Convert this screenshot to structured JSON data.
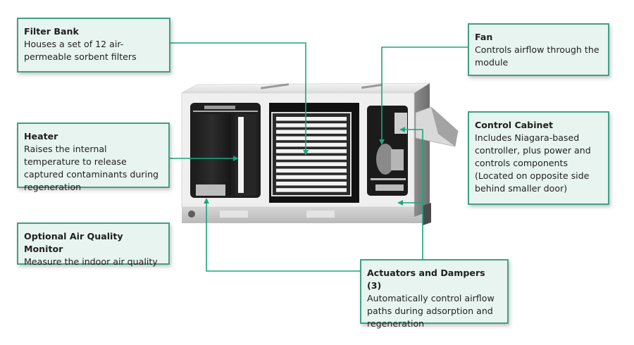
{
  "diagram": {
    "subject": "Air-cleaning module cutaway with labeled components",
    "accent_color": "#1aa67d",
    "callout_fill": "#e8f4ef",
    "callout_border": "#3fa187",
    "callouts": {
      "filter_bank": {
        "title": "Filter Bank",
        "description": "Houses a set of 12 air-permeable sorbent filters"
      },
      "heater": {
        "title": "Heater",
        "description": "Raises the internal temperature to release captured contaminants during regeneration"
      },
      "air_quality_monitor": {
        "title": "Optional Air Quality Monitor",
        "description": "Measure the indoor air quality"
      },
      "fan": {
        "title": "Fan",
        "description": "Controls airflow through the module"
      },
      "control_cabinet": {
        "title": "Control Cabinet",
        "description": "Includes Niagara-based controller, plus power and controls components\n(Located on opposite side behind smaller door)"
      },
      "actuators_dampers": {
        "title": "Actuators and Dampers (3)",
        "description": "Automatically control airflow paths during adsorption and regeneration"
      }
    }
  }
}
